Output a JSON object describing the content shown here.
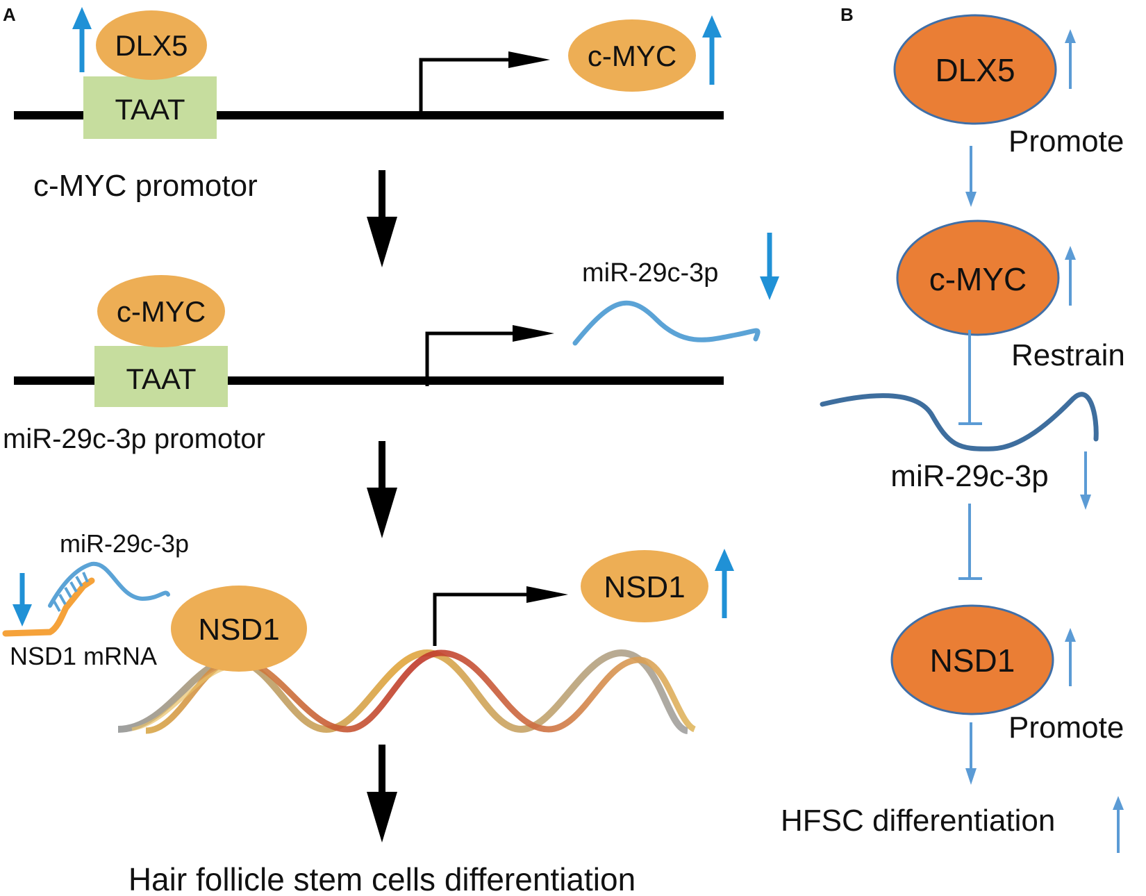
{
  "panel_a": {
    "label": "A",
    "row1": {
      "protein": "DLX5",
      "box": "TAAT",
      "product": "c-MYC",
      "promoter_label": "c-MYC promotor"
    },
    "row2": {
      "protein": "c-MYC",
      "box": "TAAT",
      "product": "miR-29c-3p",
      "promoter_label": "miR-29c-3p promotor"
    },
    "row3": {
      "mirna_label": "miR-29c-3p",
      "mrna_label": "NSD1 mRNA",
      "protein": "NSD1",
      "product": "NSD1"
    },
    "outcome": "Hair follicle stem cells differentiation"
  },
  "panel_b": {
    "label": "B",
    "node1": "DLX5",
    "edge1": "Promote",
    "node2": "c-MYC",
    "edge2": "Restrain",
    "node3": "miR-29c-3p",
    "node4": "NSD1",
    "edge3": "Promote",
    "outcome": "HFSC differentiation"
  },
  "colors": {
    "protein_fill_a": "#EDAE55",
    "taat_fill": "#C6DD9E",
    "up_arrow": "#2091D6",
    "mirna_strand": "#5BA3D6",
    "mrna_strand": "#F5A23A",
    "protein_fill_b": "#EA7E35",
    "protein_stroke_b": "#3F6FA8",
    "pathway_arrow": "#5B9BD5",
    "mirna_strand_b": "#3E6E9E"
  }
}
